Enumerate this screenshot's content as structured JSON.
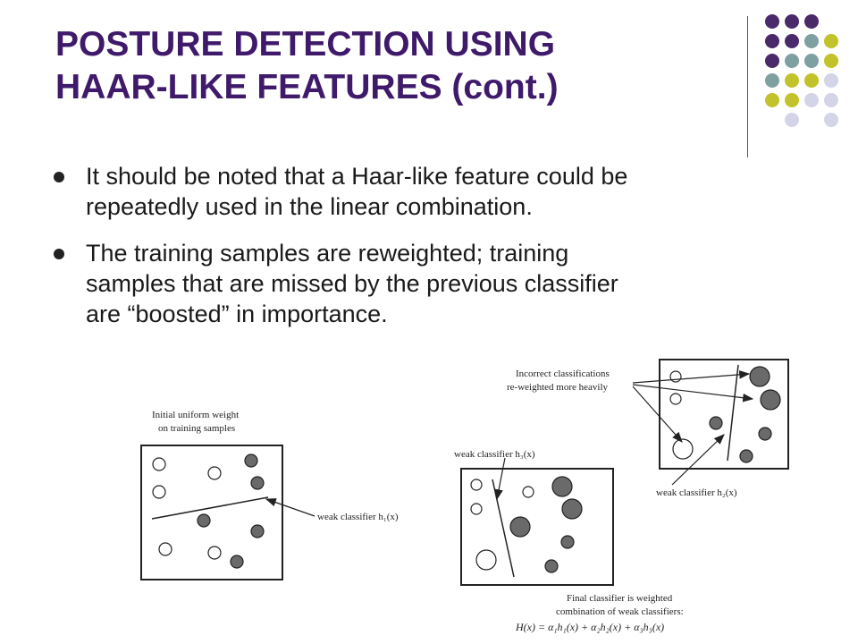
{
  "slide": {
    "title_lines": [
      "POSTURE DETECTION USING",
      "HAAR-LIKE FEATURES (cont.)"
    ],
    "bullets": [
      {
        "lines": [
          "It should be noted that a Haar-like feature could be",
          "repeatedly used in the linear combination."
        ]
      },
      {
        "lines": [
          "The training samples are reweighted; training",
          "samples that are missed by the previous classifier",
          "are “boosted” in importance."
        ]
      }
    ]
  },
  "decoration": {
    "dot_colors": {
      "purple": "#4a2a6a",
      "teal": "#7ea0a0",
      "olive": "#c2c22a",
      "lavender": "#d4d4e8"
    },
    "dot_grid": [
      [
        "purple",
        "purple",
        "purple",
        ""
      ],
      [
        "purple",
        "purple",
        "teal",
        "olive"
      ],
      [
        "purple",
        "teal",
        "teal",
        "olive"
      ],
      [
        "teal",
        "olive",
        "olive",
        "lavender"
      ],
      [
        "olive",
        "olive",
        "lavender",
        "lavender"
      ],
      [
        "",
        "lavender",
        "",
        "lavender"
      ]
    ]
  },
  "diagram": {
    "initial_label_lines": [
      "Initial uniform weight",
      "on training samples"
    ],
    "weak1_label": "weak classifier h₁(x)",
    "weak3_label": "weak classifier h₃(x)",
    "weak2_label": "weak classifier h₂(x)",
    "incorrect_label_lines": [
      "Incorrect classifications",
      "re-weighted more heavily"
    ],
    "final_label_lines": [
      "Final classifier is weighted",
      "combination of weak classifiers:"
    ],
    "final_formula": "H(x) = α₁h₁(x) + α₂h₂(x) + α₃h₃(x)",
    "colors": {
      "filled_sample": "#6a6a6a",
      "line": "#222222"
    }
  }
}
